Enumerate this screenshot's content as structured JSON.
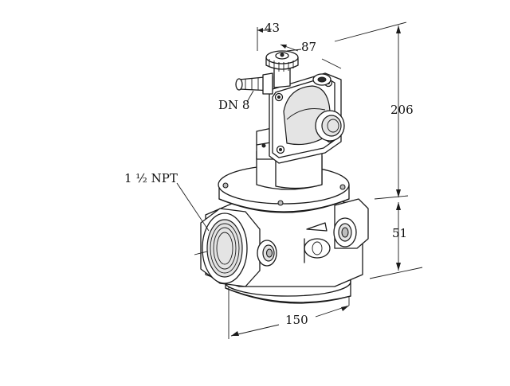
{
  "labels": {
    "dim_43": "43",
    "dim_87": "87",
    "dim_206": "206",
    "dim_51": "51",
    "dim_150": "150",
    "connection_dn8": "DN 8",
    "thread_size": "1 ½ NPT"
  }
}
